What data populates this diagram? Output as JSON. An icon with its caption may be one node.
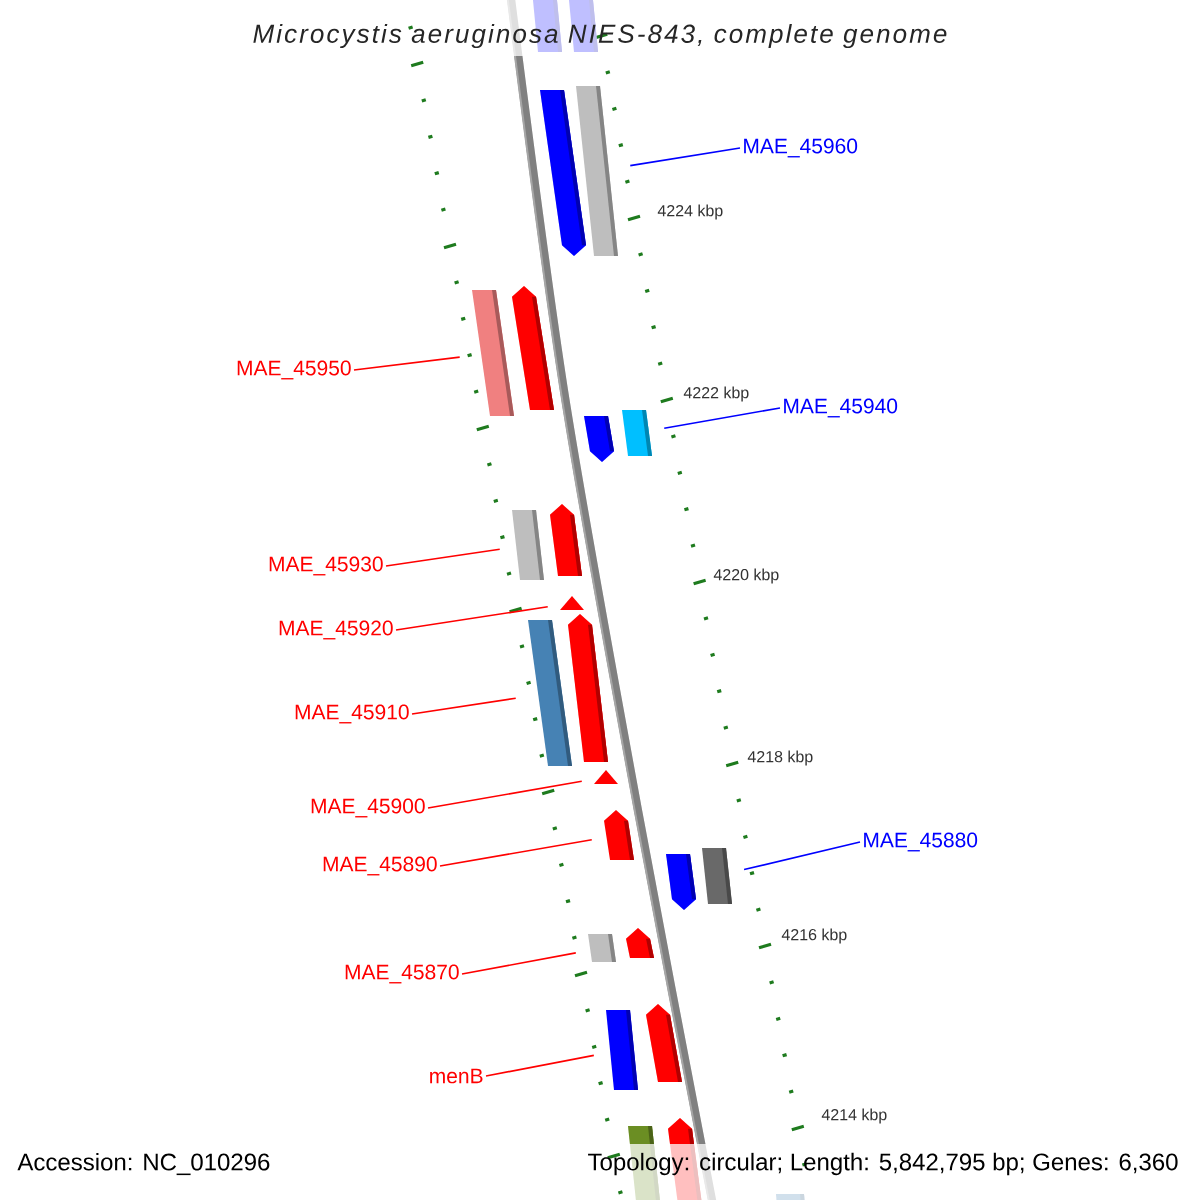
{
  "diagram": {
    "title": "Microcystis aeruginosa NIES-843, complete genome",
    "nodes": [
      {
        "text": [
          "MAE_45960"
        ]
      },
      {
        "text": [],
        "shape": "bar"
      },
      {
        "text": [
          "MAE_45950"
        ]
      },
      {
        "text": [],
        "shape": "bar"
      },
      {
        "text": [
          "MAE_45940"
        ]
      },
      {
        "text": [],
        "shape": "bar"
      },
      {
        "text": [
          "MAE_45930"
        ]
      },
      {
        "text": [],
        "shape": "bar"
      },
      {
        "text": [
          "MAE_45920"
        ]
      },
      {
        "text": [],
        "shape": "triangle"
      },
      {
        "text": [
          "MAE_45910"
        ]
      },
      {
        "text": [],
        "shape": "bar"
      },
      {
        "text": [
          "MAE_45900"
        ]
      },
      {
        "text": [],
        "shape": "triangle"
      },
      {
        "text": [
          "MAE_45890"
        ]
      },
      {
        "text": [],
        "shape": "bar"
      },
      {
        "text": [
          "MAE_45880"
        ]
      },
      {
        "text": [],
        "shape": "bar"
      },
      {
        "text": [
          "MAE_45870"
        ]
      },
      {
        "text": [],
        "shape": "bar"
      },
      {
        "text": [
          "menB"
        ]
      },
      {
        "text": [],
        "shape": "bar"
      }
    ],
    "edges": [
      {
        "from": 0,
        "to": 1,
        "arrow": "none",
        "color": "#0000ff"
      },
      {
        "from": 2,
        "to": 3,
        "arrow": "none"
      },
      {
        "from": 4,
        "to": 5,
        "arrow": "none",
        "color": "#0000ff"
      },
      {
        "from": 6,
        "to": 7,
        "arrow": "none"
      },
      {
        "from": 8,
        "to": 9,
        "arrow": "none"
      },
      {
        "from": 10,
        "to": 11,
        "arrow": "none"
      },
      {
        "from": 12,
        "to": 13,
        "arrow": "none"
      },
      {
        "from": 14,
        "to": 15,
        "arrow": "none"
      },
      {
        "from": 16,
        "to": 17,
        "arrow": "none",
        "color": "#0000ff"
      },
      {
        "from": 18,
        "to": 19,
        "arrow": "none"
      },
      {
        "from": 20,
        "to": 21,
        "arrow": "none"
      }
    ],
    "labels": [
      "4224 kbp",
      "4222 kbp",
      "4220 kbp",
      "4218 kbp",
      "4216 kbp",
      "4214 kbp",
      "Accession: NC_010296",
      "Topology: circular; Length: 5,842,795 bp; Genes: 6,360"
    ]
  }
}
